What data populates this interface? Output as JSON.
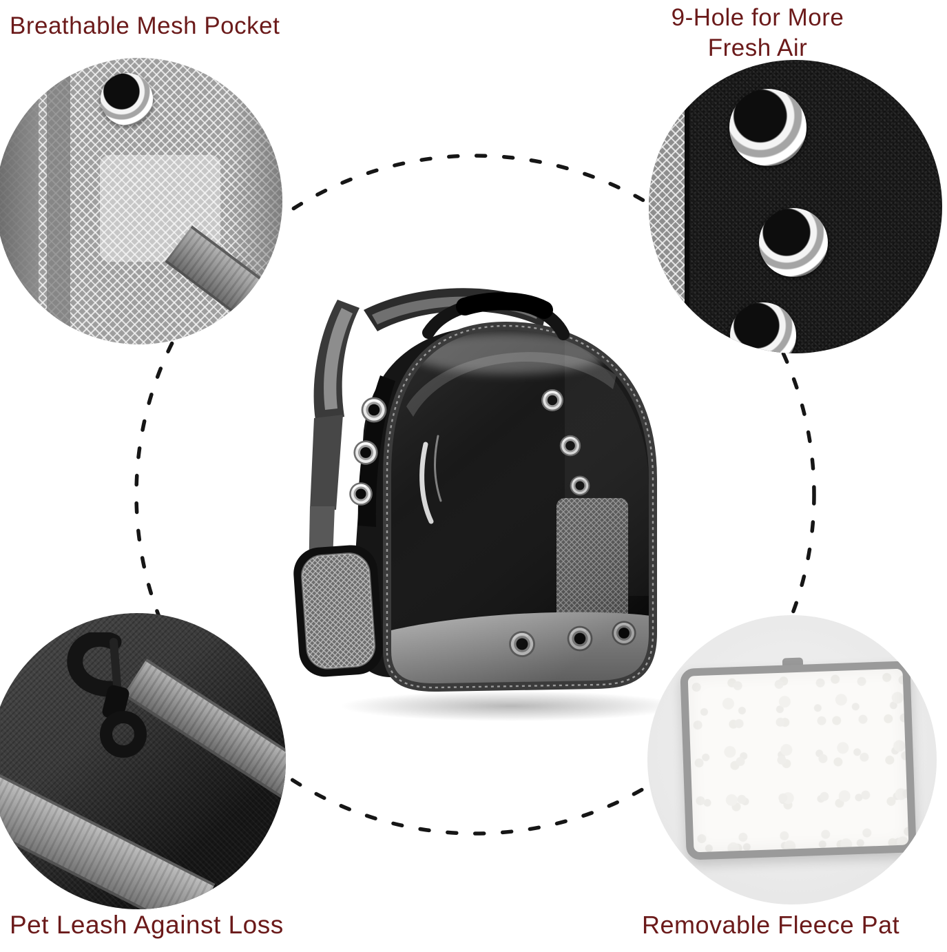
{
  "page": {
    "background": "#ffffff",
    "accent_text_color": "#6b1a1a",
    "dash_color": "#161616"
  },
  "callouts": {
    "mesh_pocket": {
      "label": "Breathable Mesh Pocket"
    },
    "air_holes": {
      "label_line1": "9-Hole for More",
      "label_line2": "Fresh Air"
    },
    "leash": {
      "label": "Pet Leash Against Loss"
    },
    "fleece_pad": {
      "label": "Removable Fleece Pat"
    }
  }
}
